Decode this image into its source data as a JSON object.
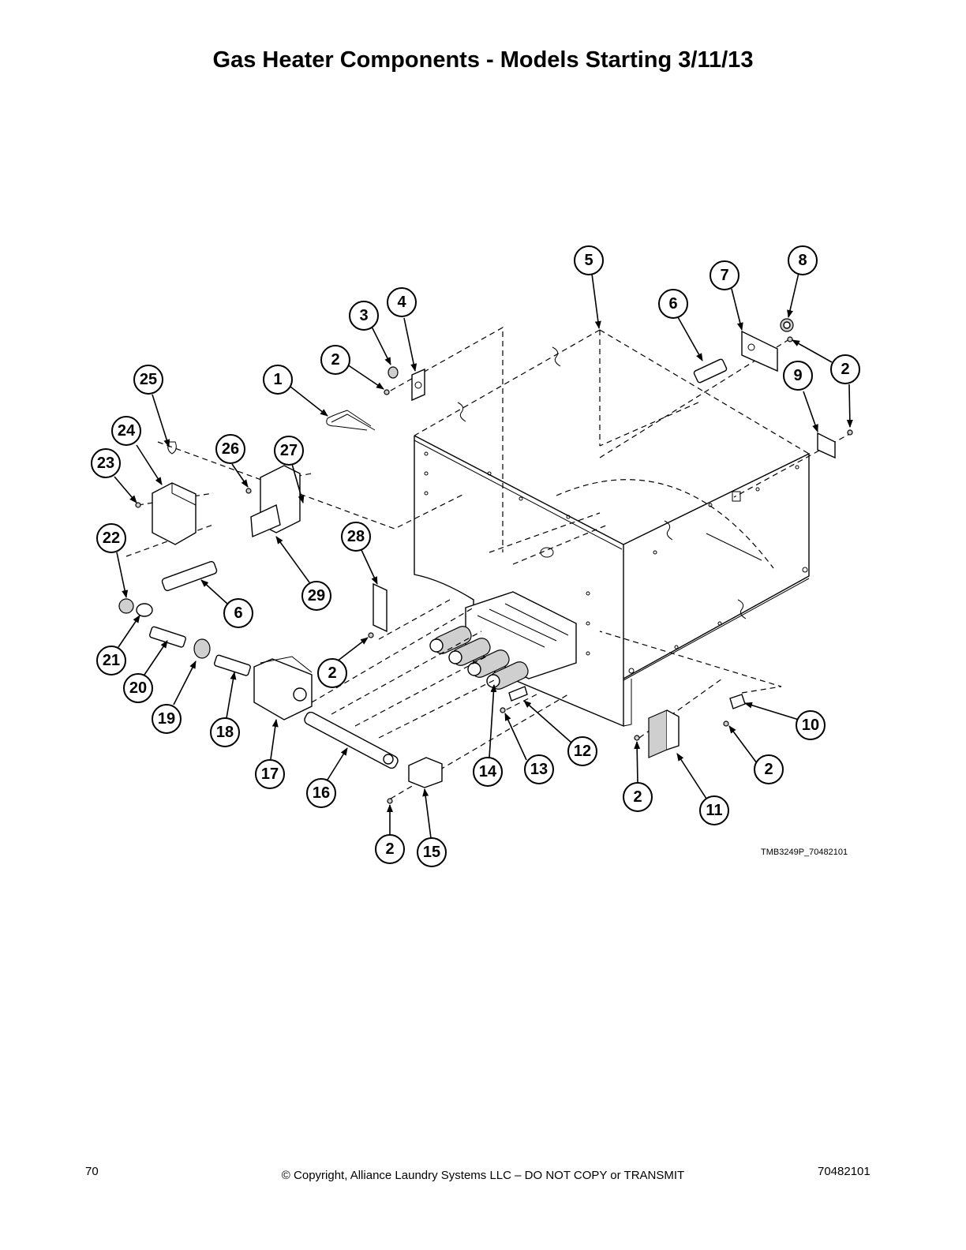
{
  "title": "Gas Heater Components - Models Starting 3/11/13",
  "drawing_ref": "TMB3249P_70482101",
  "footer": {
    "page_number": "70",
    "copyright": "© Copyright, Alliance Laundry Systems LLC – DO NOT COPY or TRANSMIT",
    "document_number": "70482101"
  },
  "callouts": [
    "1",
    "2",
    "3",
    "4",
    "5",
    "6",
    "7",
    "8",
    "9",
    "10",
    "11",
    "12",
    "13",
    "14",
    "15",
    "16",
    "17",
    "18",
    "19",
    "20",
    "21",
    "22",
    "23",
    "24",
    "25",
    "26",
    "27",
    "28",
    "29"
  ]
}
